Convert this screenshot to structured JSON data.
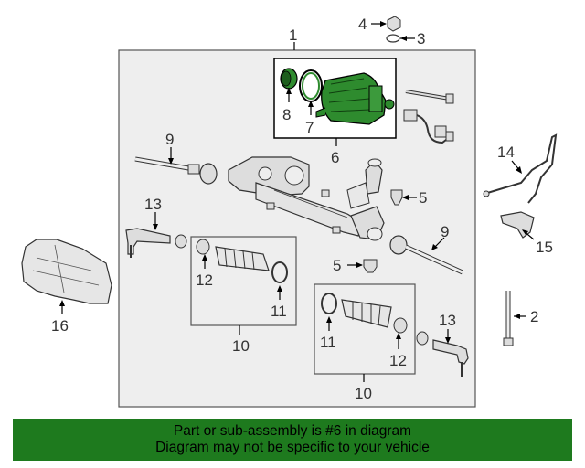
{
  "callouts": {
    "c1": "1",
    "c2": "2",
    "c3": "3",
    "c4": "4",
    "c5a": "5",
    "c5b": "5",
    "c6": "6",
    "c7": "7",
    "c8": "8",
    "c9a": "9",
    "c9b": "9",
    "c10a": "10",
    "c10b": "10",
    "c11a": "11",
    "c11b": "11",
    "c12a": "12",
    "c12b": "12",
    "c13a": "13",
    "c13b": "13",
    "c14": "14",
    "c15": "15",
    "c16": "16"
  },
  "highlight_color": "#2e8b2e",
  "footer": {
    "line1": "Part or sub-assembly is #6 in diagram",
    "line2": "Diagram may not be specific to your vehicle",
    "background": "#1e7a1e"
  }
}
